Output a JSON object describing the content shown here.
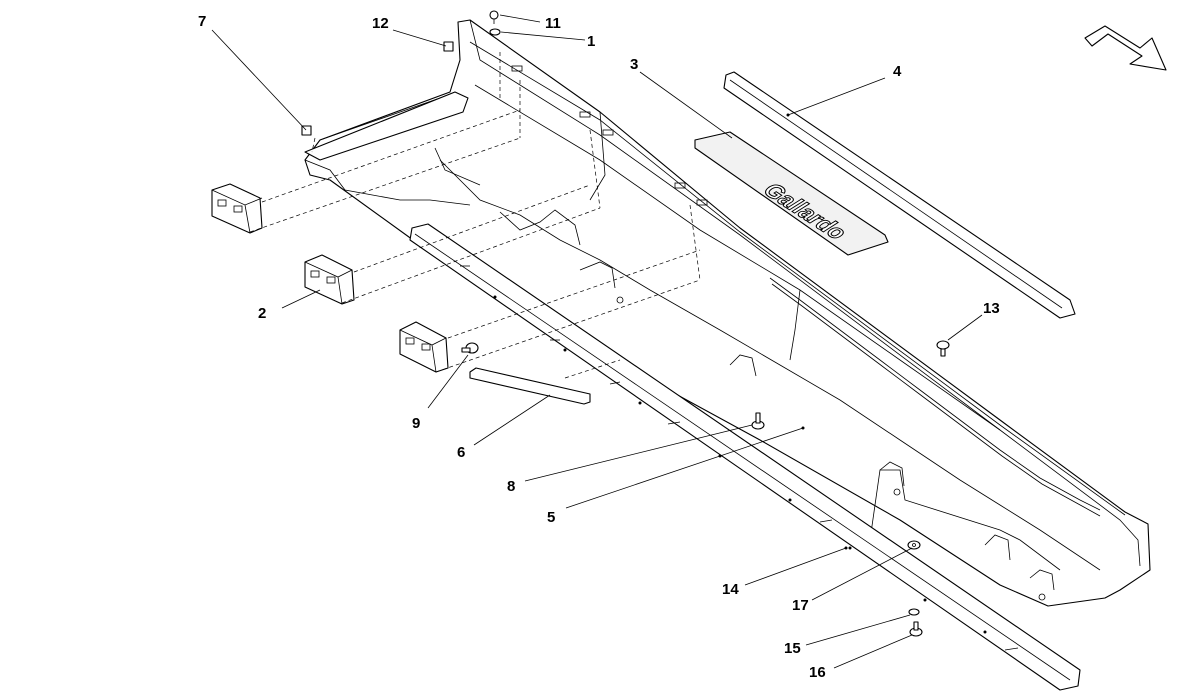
{
  "diagram": {
    "callouts": [
      {
        "id": "1",
        "text": "1"
      },
      {
        "id": "2",
        "text": "2"
      },
      {
        "id": "3",
        "text": "3"
      },
      {
        "id": "4",
        "text": "4"
      },
      {
        "id": "5",
        "text": "5"
      },
      {
        "id": "6",
        "text": "6"
      },
      {
        "id": "7",
        "text": "7"
      },
      {
        "id": "8",
        "text": "8"
      },
      {
        "id": "9",
        "text": "9"
      },
      {
        "id": "11",
        "text": "11"
      },
      {
        "id": "12",
        "text": "12"
      },
      {
        "id": "13",
        "text": "13"
      },
      {
        "id": "14",
        "text": "14"
      },
      {
        "id": "15",
        "text": "15"
      },
      {
        "id": "16",
        "text": "16"
      },
      {
        "id": "17",
        "text": "17"
      }
    ],
    "logo_plate_text": "Gallardo",
    "direction_arrow_icon": "direction-arrow-icon",
    "colors": {
      "line": "#000000",
      "background": "#ffffff"
    }
  }
}
